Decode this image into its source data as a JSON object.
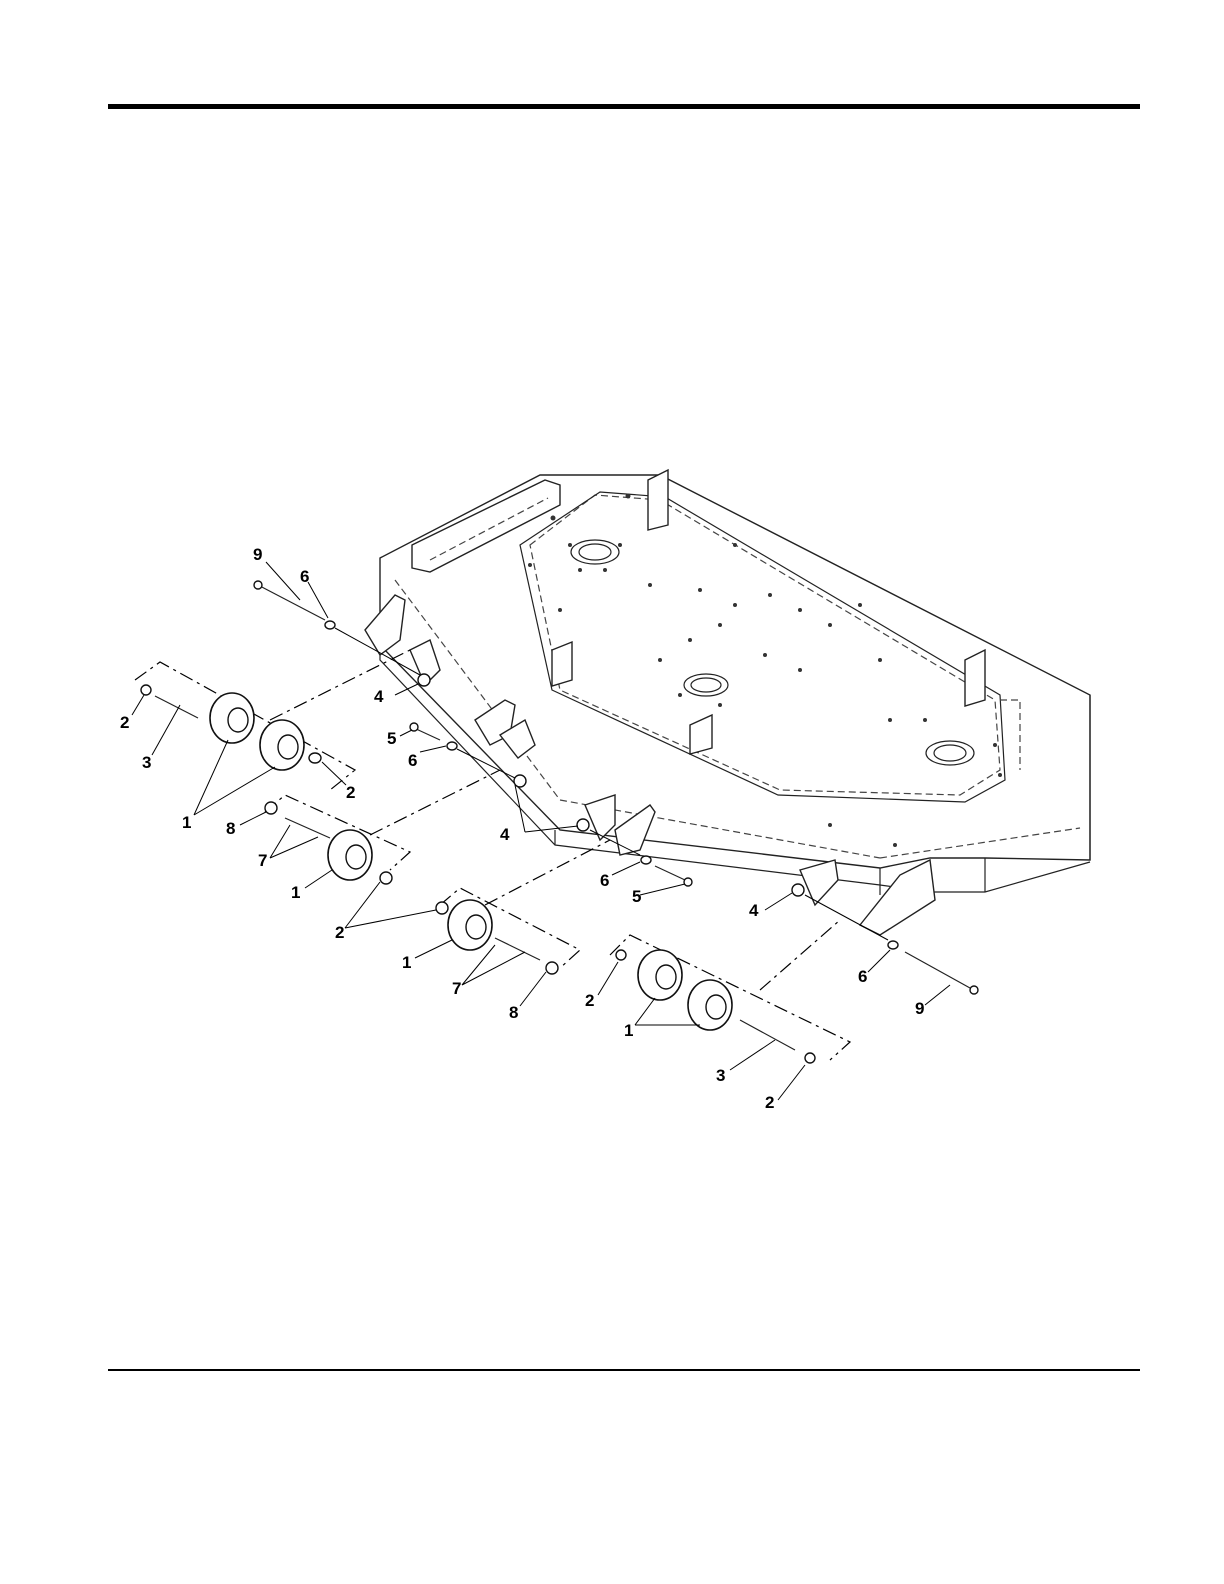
{
  "diagram": {
    "callouts": {
      "c9a": "9",
      "c6a": "6",
      "c4a": "4",
      "c2a": "2",
      "c3a": "3",
      "c1a": "1",
      "c2b": "2",
      "c5a": "5",
      "c6b": "6",
      "c4b": "4",
      "c8a": "8",
      "c7a": "7",
      "c1b": "1",
      "c2c": "2",
      "c6c": "6",
      "c5b": "5",
      "c4c": "4",
      "c1c": "1",
      "c7b": "7",
      "c8b": "8",
      "c2d": "2",
      "c6d": "6",
      "c9b": "9",
      "c1d": "1",
      "c3b": "3",
      "c2e": "2"
    }
  }
}
